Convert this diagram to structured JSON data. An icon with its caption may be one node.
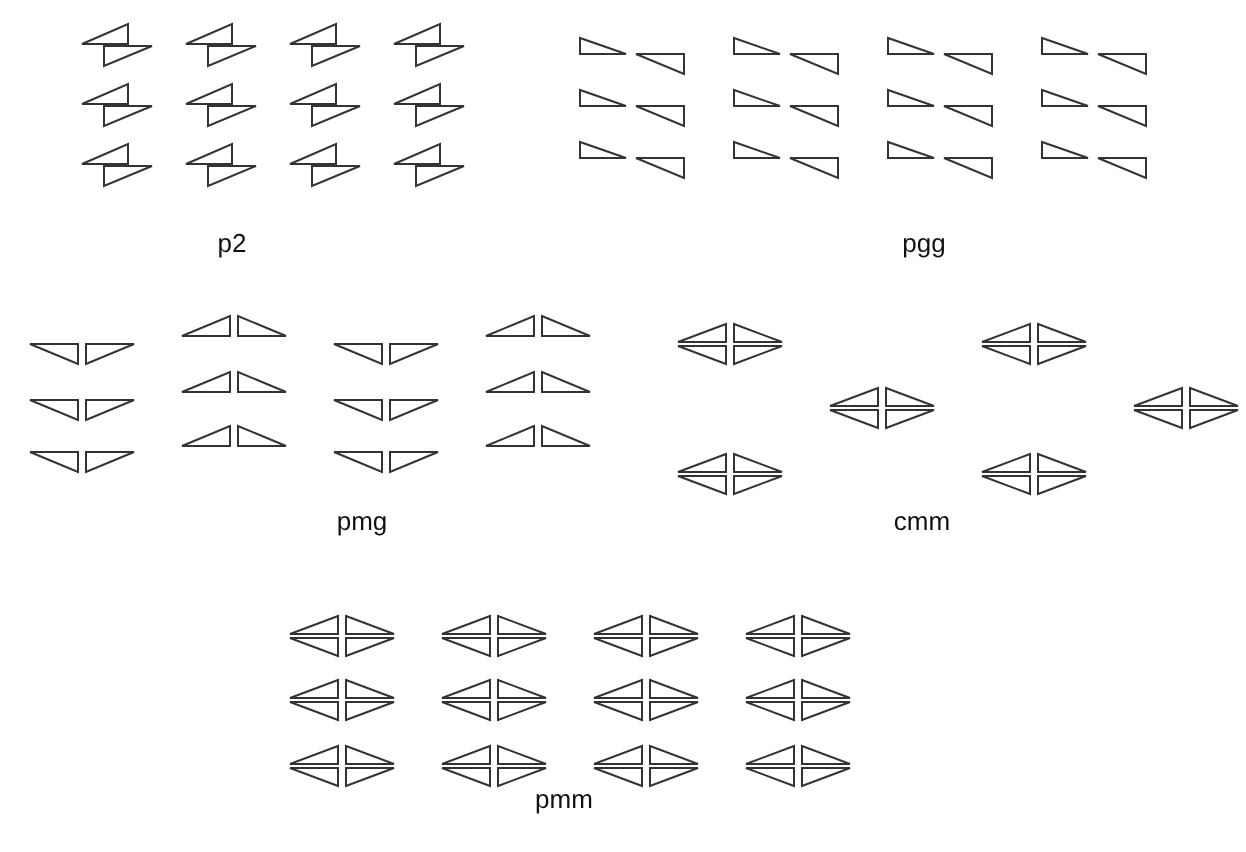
{
  "diagram": {
    "labels": [
      "p2",
      "pgg",
      "pmg",
      "cmm",
      "pmm"
    ]
  }
}
